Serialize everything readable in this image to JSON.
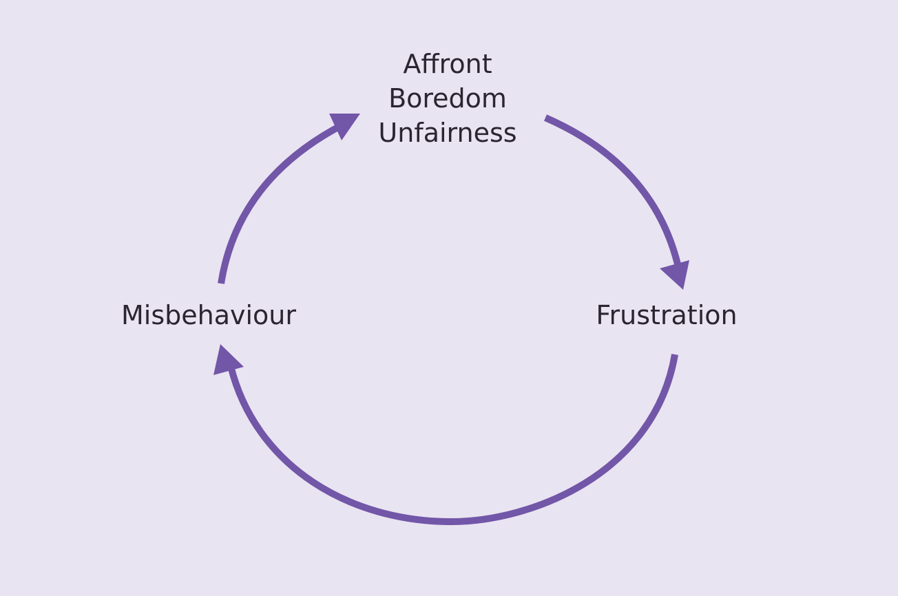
{
  "diagram": {
    "nodes": {
      "top": {
        "lines": [
          "Affront",
          "Boredom",
          "Unfairness"
        ]
      },
      "right": {
        "label": "Frustration"
      },
      "left": {
        "label": "Misbehaviour"
      }
    },
    "colors": {
      "background": "#e9e4f1",
      "arrow": "#7256a8",
      "text": "#2a2530"
    }
  }
}
